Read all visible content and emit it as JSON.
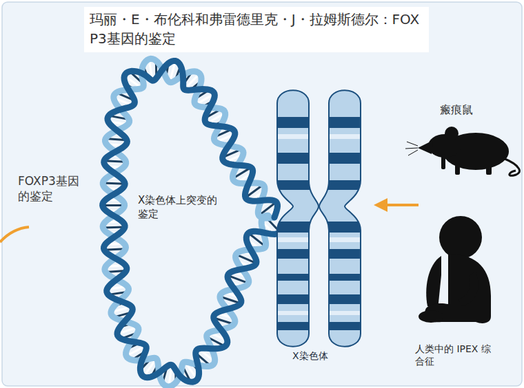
{
  "diagram": {
    "title": "玛丽・E・布伦科和弗雷德里克・J・拉姆斯德尔：FOXP3基因的鉴定",
    "labels": [
      "FOXP3基因的鉴定",
      "X染色体上突变的鉴定",
      "X染色体",
      "瘢痕鼠",
      "人类中的 IPEX 综合征"
    ]
  }
}
